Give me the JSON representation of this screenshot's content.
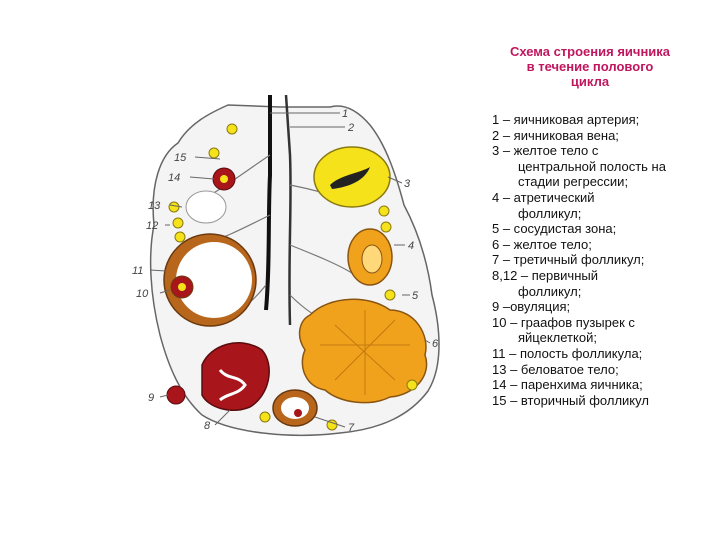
{
  "title": {
    "lines": [
      "Схема строения яичника",
      "в течение полового",
      "цикла"
    ]
  },
  "legend": [
    {
      "first": "1 – яичниковая артерия;",
      "rest": ""
    },
    {
      "first": "2 – яичниковая вена;",
      "rest": ""
    },
    {
      "first": "3 – желтое тело с",
      "rest": "центральной полость на стадии регрессии;"
    },
    {
      "first": "4 – атретический",
      "rest": "фолликул;"
    },
    {
      "first": "5 – сосудистая зона;",
      "rest": ""
    },
    {
      "first": "6 – желтое тело;",
      "rest": ""
    },
    {
      "first": "7 – третичный фолликул;",
      "rest": ""
    },
    {
      "first": "8,12 – первичный",
      "rest": "фолликул;"
    },
    {
      "first": "9 –овуляция;",
      "rest": ""
    },
    {
      "first": "10 – граафов пузырек с",
      "rest": "яйцеклеткой;"
    },
    {
      "first": "11 – полость фолликула;",
      "rest": ""
    },
    {
      "first": "13 – беловатое тело;",
      "rest": ""
    },
    {
      "first": "14 – паренхима яичника;",
      "rest": ""
    },
    {
      "first": "15 – вторичный фолликул",
      "rest": ""
    }
  ],
  "figure_labels": {
    "n1": "1",
    "n2": "2",
    "n3": "3",
    "n4": "4",
    "n5": "5",
    "n6": "6",
    "n7": "7",
    "n8": "8",
    "n9": "9",
    "n10": "10",
    "n11": "11",
    "n12": "12",
    "n13": "13",
    "n14": "14",
    "n15": "15"
  },
  "colors": {
    "title": "#c0165e",
    "corpus_luteum": "#f1a21c",
    "yellow_body": "#f5e21a",
    "follicle_ring": "#b8661c",
    "ovulation": "#a8151b",
    "stroma": "#f4f4f4"
  }
}
